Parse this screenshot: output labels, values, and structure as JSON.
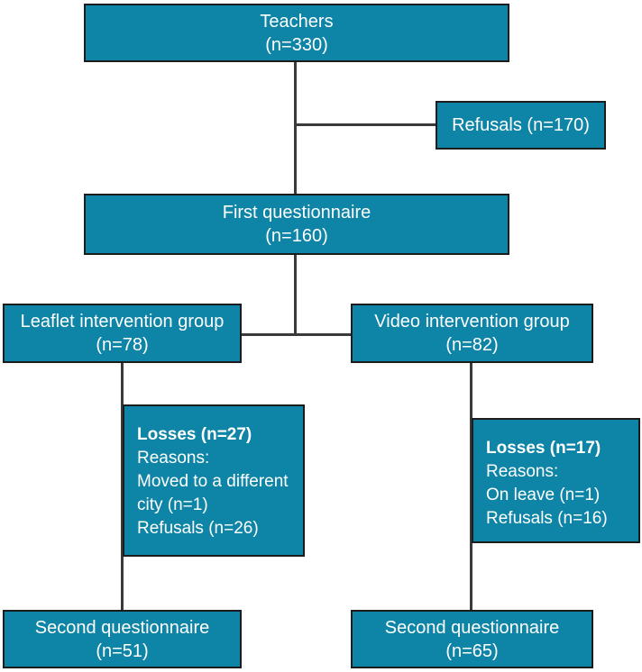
{
  "figure": {
    "colors": {
      "background": "#ffffff",
      "box_fill": "#0e84a6",
      "box_border": "#1c1c1c",
      "line_color": "#3a3a3a",
      "text_color": "#ffffff"
    }
  },
  "nodes": {
    "teachers": {
      "line1": "Teachers",
      "line2": "(n=330)"
    },
    "refusals": {
      "label": "Refusals (n=170)"
    },
    "first_questionnaire": {
      "line1": "First questionnaire",
      "line2": "(n=160)"
    },
    "leaflet_group": {
      "line1": "Leaflet intervention group",
      "line2": "(n=78)"
    },
    "video_group": {
      "line1": "Video intervention group",
      "line2": "(n=82)"
    },
    "losses_left": {
      "title": "Losses (n=27)",
      "subtitle": "Reasons:",
      "reasons": [
        "Moved to a different city (n=1)",
        "Refusals (n=26)"
      ]
    },
    "losses_right": {
      "title": "Losses (n=17)",
      "subtitle": "Reasons:",
      "reasons": [
        "On leave (n=1)",
        "Refusals (n=16)"
      ]
    },
    "second_questionnaire_left": {
      "line1": "Second questionnaire",
      "line2": "(n=51)"
    },
    "second_questionnaire_right": {
      "line1": "Second questionnaire",
      "line2": "(n=65)"
    }
  }
}
